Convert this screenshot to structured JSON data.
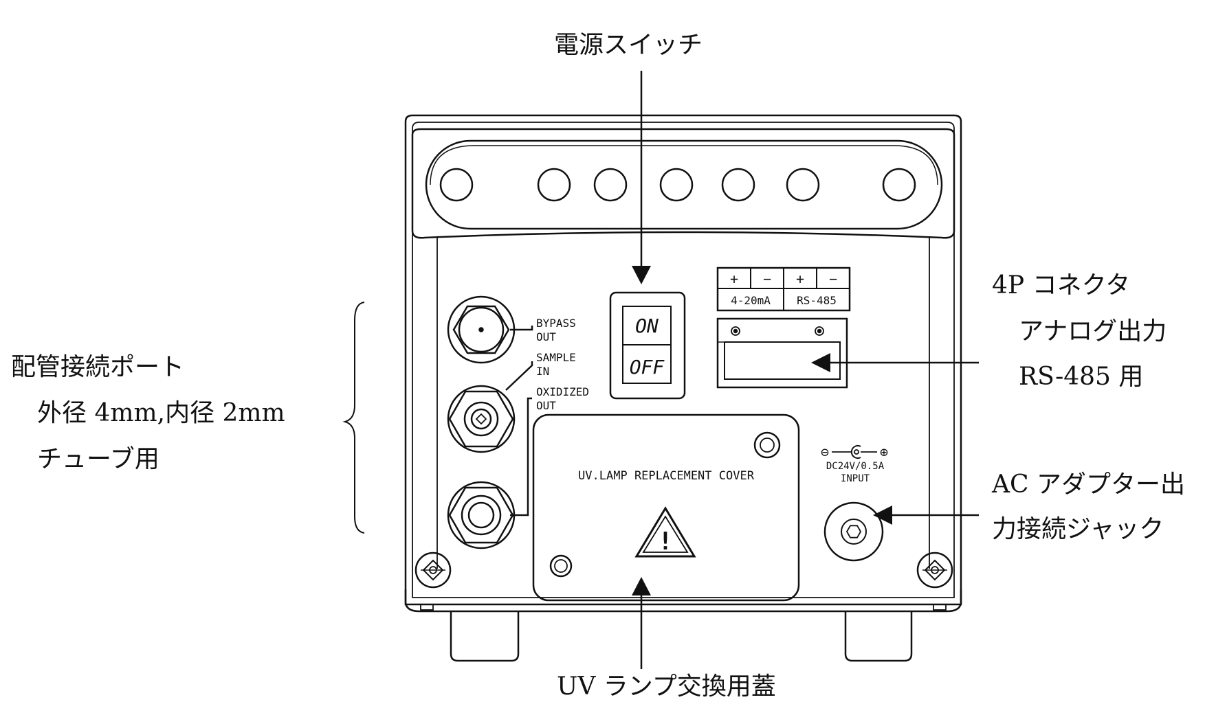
{
  "callouts": {
    "power_switch": "電源スイッチ",
    "connector_title": "4P コネクタ",
    "connector_line2": "アナログ出力",
    "connector_line3": "RS-485 用",
    "piping_title": "配管接続ポート",
    "piping_line2": "外径 4mm,内径 2mm",
    "piping_line3": "チューブ用",
    "ac_line1": "AC アダプター出",
    "ac_line2": "力接続ジャック",
    "uv_cover": "UV ランプ交換用蓋"
  },
  "panel_labels": {
    "bypass_out": [
      "BYPASS",
      "OUT"
    ],
    "sample_in": [
      "SAMPLE",
      "IN"
    ],
    "oxidized_out": [
      "OXIDIZED",
      "OUT"
    ],
    "switch_on": "ON",
    "switch_off": "OFF",
    "terminal_plus": "+",
    "terminal_minus": "−",
    "terminal_analog": "4-20mA",
    "terminal_rs485": "RS-485",
    "uv_cover_plate": "UV.LAMP REPLACEMENT COVER",
    "warning_mark": "!",
    "dc_polarity_minus": "⊖",
    "dc_polarity_plus": "⊕",
    "dc_rating": "DC24V/0.5A",
    "dc_input": "INPUT"
  },
  "colors": {
    "line": "#111111",
    "background": "#ffffff"
  }
}
